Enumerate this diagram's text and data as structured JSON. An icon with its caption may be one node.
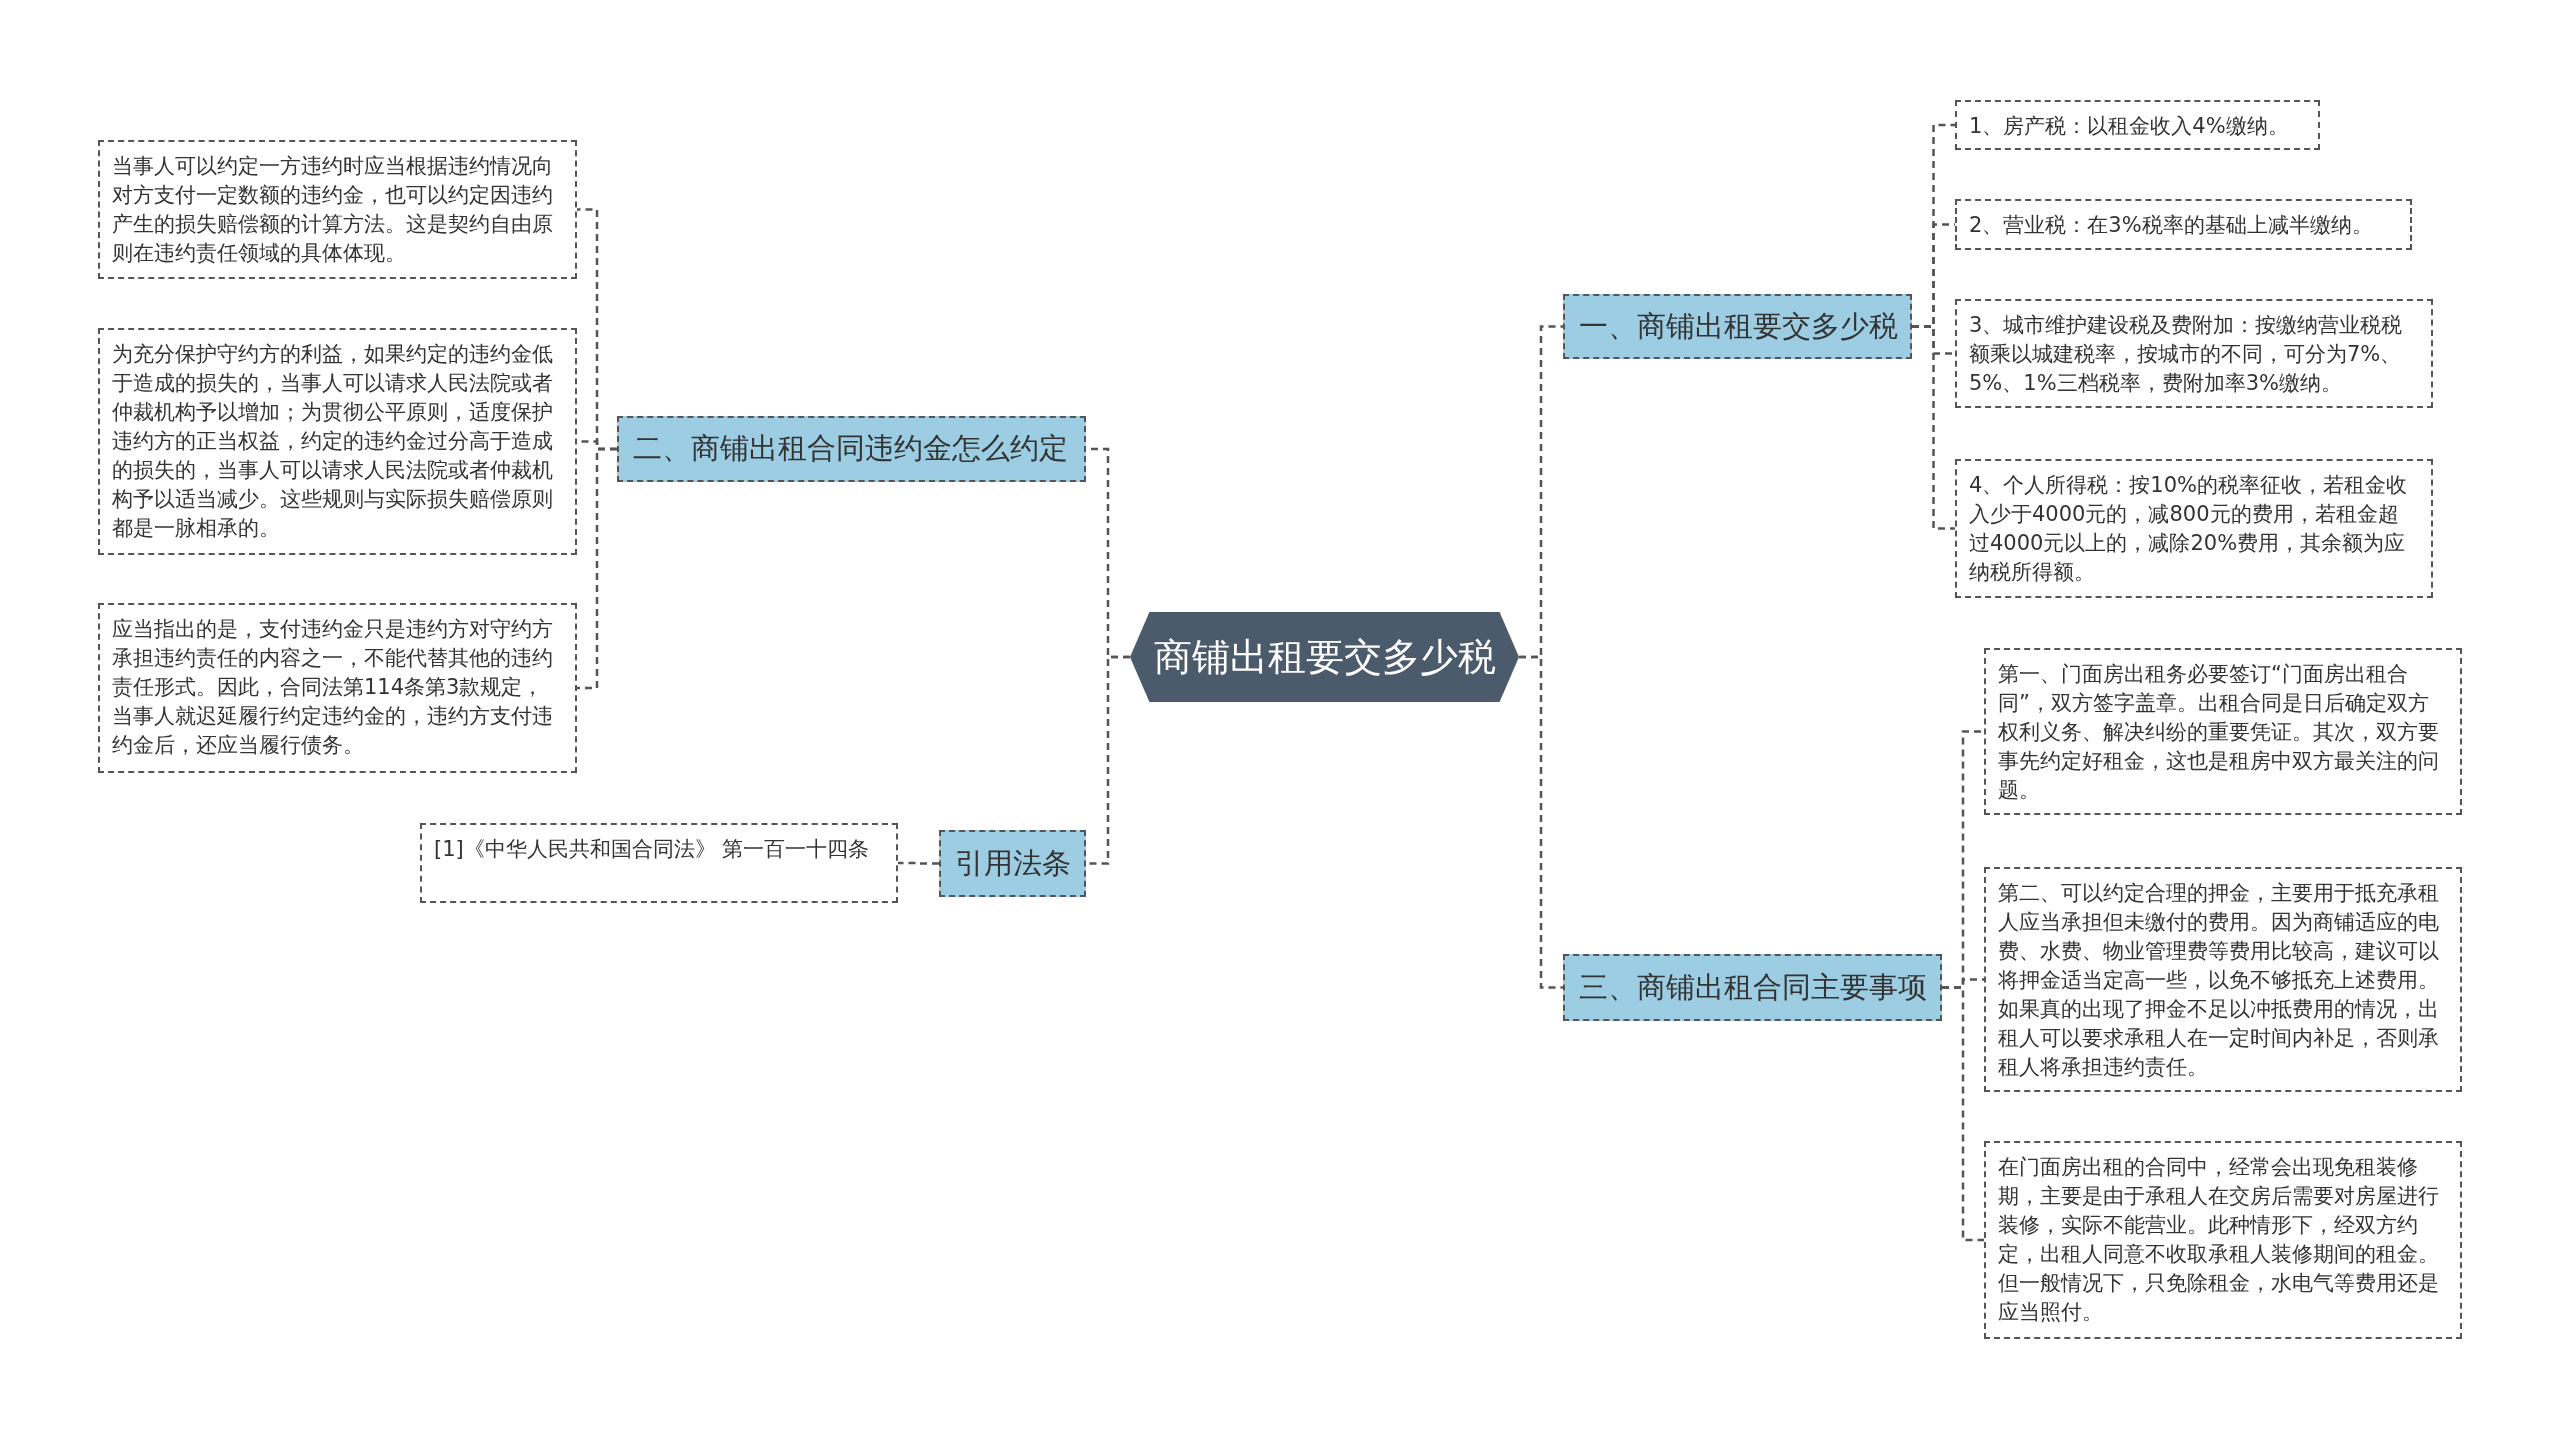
{
  "diagram": {
    "nodes": [
      {
        "text": [
          "商铺出租要交多少税"
        ]
      },
      {
        "text": [
          "一、商铺出租要交多少税"
        ]
      },
      {
        "text": [
          "1、房产税：以租金收入4%缴纳。"
        ]
      },
      {
        "text": [
          "2、营业税：在3%税率的基础上减半缴纳。"
        ]
      },
      {
        "text": [
          "3、城市维护建设税及费附加：按缴纳营业税税额乘以城建税率，按城市的不同，可分为7%、5%、1%三档税率，费附加率3%缴纳。"
        ]
      },
      {
        "text": [
          "4、个人所得税：按10%的税率征收，若租金收入少于4000元的，减800元的费用，若租金超过4000元以上的，减除20%费用，其余额为应纳税所得额。"
        ]
      },
      {
        "text": [
          "三、商铺出租合同主要事项"
        ]
      },
      {
        "text": [
          "第一、门面房出租务必要签订“门面房出租合同”，双方签字盖章。出租合同是日后确定双方权利义务、解决纠纷的重要凭证。其次，双方要事先约定好租金，这也是租房中双方最关注的问题。"
        ]
      },
      {
        "text": [
          "第二、可以约定合理的押金，主要用于抵充承租人应当承担但未缴付的费用。因为商铺适应的电费、水费、物业管理费等费用比较高，建议可以将押金适当定高一些，以免不够抵充上述费用。如果真的出现了押金不足以冲抵费用的情况，出租人可以要求承租人在一定时间内补足，否则承租人将承担违约责任。"
        ]
      },
      {
        "text": [
          "在门面房出租的合同中，经常会出现免租装修期，主要是由于承租人在交房后需要对房屋进行装修，实际不能营业。此种情形下，经双方约定，出租人同意不收取承租人装修期间的租金。但一般情况下，只免除租金，水电气等费用还是应当照付。"
        ]
      },
      {
        "text": [
          "二、商铺出租合同违约金怎么约定"
        ]
      },
      {
        "text": [
          "当事人可以约定一方违约时应当根据违约情况向对方支付一定数额的违约金，也可以约定因违约产生的损失赔偿额的计算方法。这是契约自由原则在违约责任领域的具体体现。"
        ]
      },
      {
        "text": [
          "为充分保护守约方的利益，如果约定的违约金低于造成的损失的，当事人可以请求人民法院或者仲裁机构予以增加；为贯彻公平原则，适度保护违约方的正当权益，约定的违约金过分高于造成的损失的，当事人可以请求人民法院或者仲裁机构予以适当减少。这些规则与实际损失赔偿原则都是一脉相承的。"
        ]
      },
      {
        "text": [
          "应当指出的是，支付违约金只是违约方对守约方承担违约责任的内容之一，不能代替其他的违约责任形式。因此，合同法第114条第3款规定，当事人就迟延履行约定违约金的，违约方支付违约金后，还应当履行债务。"
        ]
      },
      {
        "text": [
          "引用法条"
        ]
      },
      {
        "text": [
          "[1]《中华人民共和国合同法》 第一百一十四条"
        ]
      }
    ],
    "edges": [
      {
        "from": 0,
        "to": 1,
        "arrow": "none"
      },
      {
        "from": 1,
        "to": 2,
        "arrow": "none"
      },
      {
        "from": 1,
        "to": 3,
        "arrow": "none"
      },
      {
        "from": 1,
        "to": 4,
        "arrow": "none"
      },
      {
        "from": 1,
        "to": 5,
        "arrow": "none"
      },
      {
        "from": 0,
        "to": 6,
        "arrow": "none"
      },
      {
        "from": 6,
        "to": 7,
        "arrow": "none"
      },
      {
        "from": 6,
        "to": 8,
        "arrow": "none"
      },
      {
        "from": 6,
        "to": 9,
        "arrow": "none"
      },
      {
        "from": 0,
        "to": 10,
        "arrow": "none"
      },
      {
        "from": 10,
        "to": 11,
        "arrow": "none"
      },
      {
        "from": 10,
        "to": 12,
        "arrow": "none"
      },
      {
        "from": 10,
        "to": 13,
        "arrow": "none"
      },
      {
        "from": 0,
        "to": 14,
        "arrow": "none"
      },
      {
        "from": 14,
        "to": 15,
        "arrow": "none"
      }
    ]
  }
}
